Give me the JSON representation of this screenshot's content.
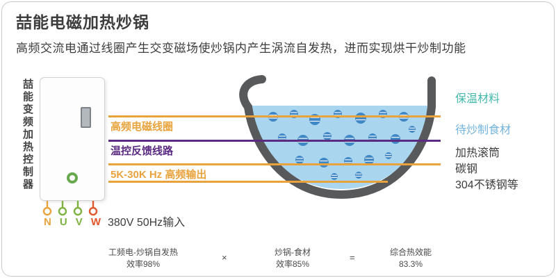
{
  "colors": {
    "accent_orange": "#E8A33D",
    "purple": "#5B2B82",
    "teal": "#45B8AE",
    "light_blue": "#74B4DC",
    "green": "#7FB241",
    "red": "#E2572B",
    "wok_gray": "#58595B",
    "liquid_blue": "#A9D5EE",
    "bubble_blue": "#3F87C5",
    "text_dark": "#3D3D3D"
  },
  "header": {
    "title": "喆能电磁加热炒锅",
    "subtitle": "高频交流电通过线圈产生交变磁场使炒锅内产生涡流自发热，进而实现烘干炒制功能"
  },
  "controller": {
    "vertical_label": "喆能变频加热控制器",
    "terminals": [
      {
        "letter": "N"
      },
      {
        "letter": "U"
      },
      {
        "letter": "V"
      },
      {
        "letter": "W"
      }
    ],
    "input_label": "380V 50Hz输入"
  },
  "coil_annotations": [
    {
      "text": "高频电磁线圈"
    },
    {
      "text": "温控反馈线路"
    },
    {
      "text": "5K-30K Hz 高频输出"
    }
  ],
  "wok_annotations": {
    "insulation": "保温材料",
    "food": "待炒制食材",
    "drum_line1": "加热滚筒",
    "drum_line2": "碳钢",
    "drum_line3": "304不锈钢等"
  },
  "formula": {
    "step1_title": "工频电-炒锅自发热",
    "step1_value": "效率98%",
    "multiply": "×",
    "step2_title": "炒锅-食材",
    "step2_value": "效率85%",
    "equals": "=",
    "result_title": "综合热效能",
    "result_value": "83.3%"
  }
}
